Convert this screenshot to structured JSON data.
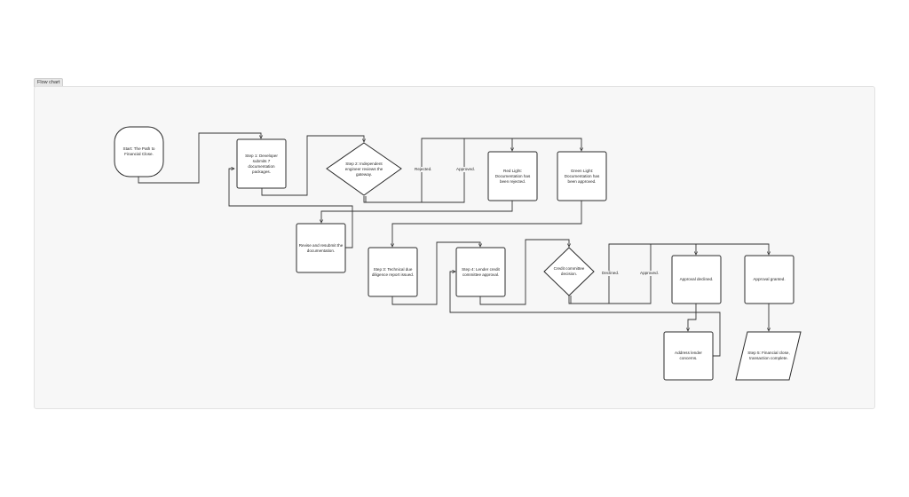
{
  "frame": {
    "title": "Flow chart"
  },
  "nodes": {
    "start": "Start: The Path to Financial Close.",
    "step1": "Step 1: Developer submits 7 documentation packages.",
    "step2": "Step 2: Independent engineer reviews the gateway.",
    "red_light": "Red Light: Documentation has been rejected.",
    "green_light": "Green Light: Documentation has been approved.",
    "revise": "Revise and resubmit the documentation.",
    "step3": "Step 3: Technical due diligence report issued.",
    "step4": "Step 4: Lender credit committee approval.",
    "credit_decision": "Credit committee decision.",
    "approval_declined": "Approval declined.",
    "approval_granted": "Approval granted.",
    "address_concerns": "Address lender concerns.",
    "step5": "Step 5: Financial close, transaction complete."
  },
  "edge_labels": {
    "rejected": "Rejected.",
    "approved_1": "Approved.",
    "declined": "Declined.",
    "approved_2": "Approved."
  }
}
